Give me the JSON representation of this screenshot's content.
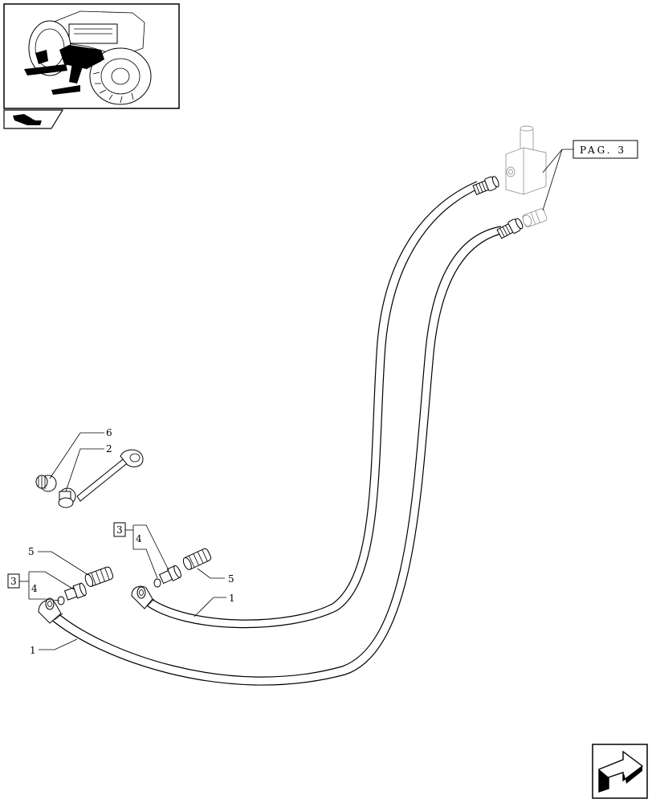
{
  "callouts": {
    "pag_ref": "PAG. 3",
    "ref_box_upper": "3",
    "ref_box_lower": "3",
    "item_1_right": "1",
    "item_1_left": "1",
    "item_2": "2",
    "item_4_upper": "4",
    "item_4_lower": "4",
    "item_5_right": "5",
    "item_5_left": "5",
    "item_6": "6"
  },
  "icons": {
    "thumbnail": "tractor-thumbnail-icon",
    "section": "section-book-icon",
    "next_page": "next-page-arrow-icon"
  },
  "colors": {
    "line": "#000000",
    "ghost_part": "#9a9a9a",
    "background": "#ffffff"
  }
}
